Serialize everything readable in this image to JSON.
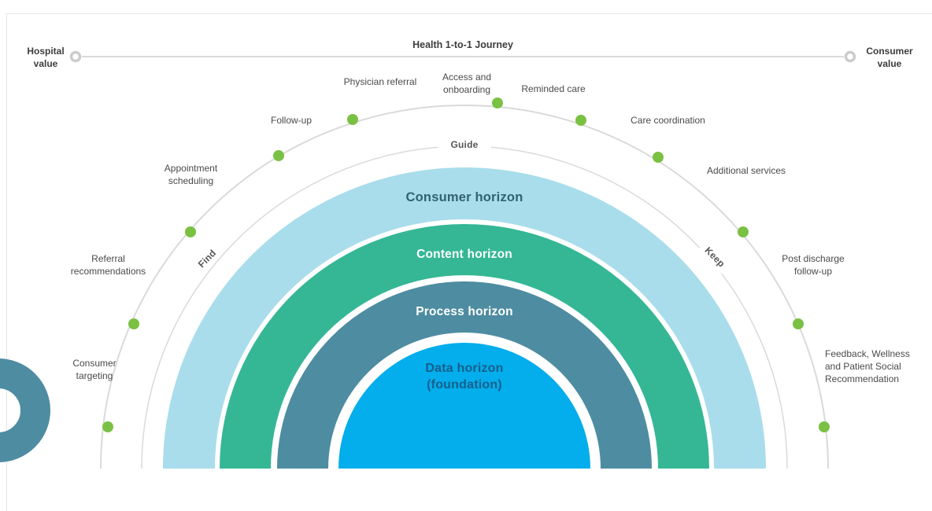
{
  "header": {
    "title": "Health 1-to-1 Journey",
    "left_label": "Hospital value",
    "right_label": "Consumer value"
  },
  "phases": {
    "find": "Find",
    "guide": "Guide",
    "keep": "Keep"
  },
  "journey": {
    "steps": [
      {
        "label": "Consumer targeting"
      },
      {
        "label": "Referral recommendations"
      },
      {
        "label": "Appointment scheduling"
      },
      {
        "label": "Follow-up"
      },
      {
        "label": "Physician referral"
      },
      {
        "label": "Access and onboarding"
      },
      {
        "label": "Reminded care"
      },
      {
        "label": "Care coordination"
      },
      {
        "label": "Additional services"
      },
      {
        "label": "Post discharge follow-up"
      },
      {
        "label": "Feedback, Wellness and Patient Social Recommendation"
      }
    ]
  },
  "horizons": [
    {
      "label": "Consumer horizon",
      "color": "#a9ddeb"
    },
    {
      "label": "Content horizon",
      "color": "#35b795"
    },
    {
      "label": "Process horizon",
      "color": "#4e8ca1"
    },
    {
      "label": "Data horizon (foundation)",
      "color": "#04adeb"
    }
  ],
  "colors": {
    "dot": "#7ac143",
    "arc": "#dadada",
    "donut": "#4e8ca1",
    "endpoint_ring": "#cccccc"
  }
}
